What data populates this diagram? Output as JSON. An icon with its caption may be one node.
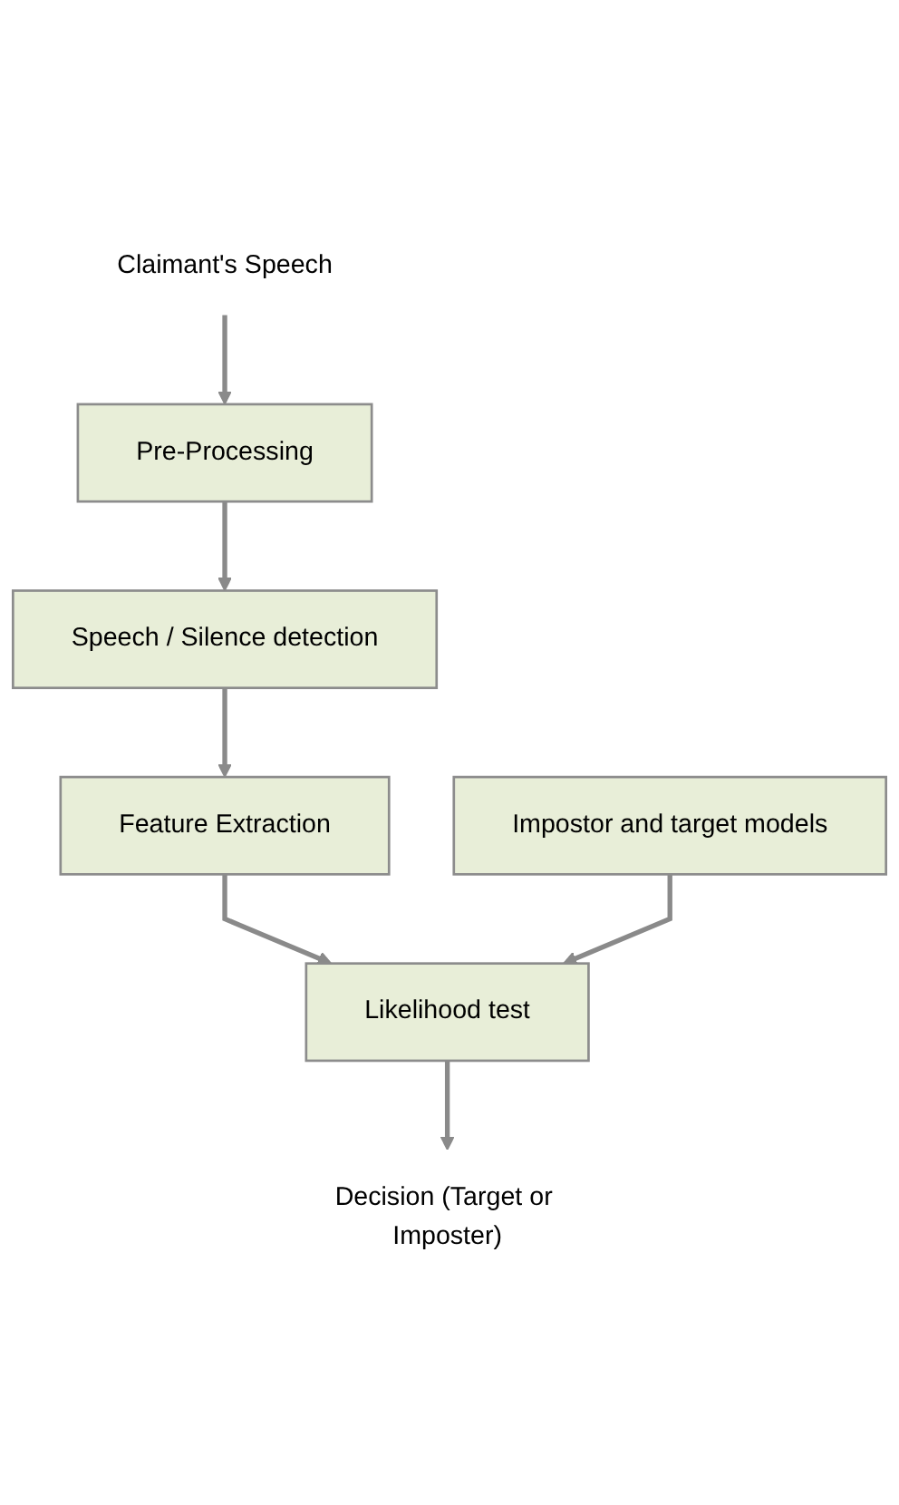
{
  "diagram": {
    "nodes": [
      {
        "text": [
          "Claimant's Speech"
        ]
      },
      {
        "text": [
          "Pre-Processing"
        ]
      },
      {
        "text": [
          "Speech / Silence detection"
        ]
      },
      {
        "text": [
          "Feature Extraction"
        ]
      },
      {
        "text": [
          "Impostor and target models"
        ]
      },
      {
        "text": [
          "Likelihood test"
        ]
      },
      {
        "text": [
          "Decision (Target or Imposter)"
        ]
      }
    ],
    "edges": [
      {
        "from": 0,
        "to": 1,
        "arrow": "to"
      },
      {
        "from": 1,
        "to": 2,
        "arrow": "to"
      },
      {
        "from": 2,
        "to": 3,
        "arrow": "to"
      },
      {
        "from": 3,
        "to": 5,
        "arrow": "to"
      },
      {
        "from": 4,
        "to": 5,
        "arrow": "to"
      },
      {
        "from": 5,
        "to": 6,
        "arrow": "to"
      }
    ]
  }
}
